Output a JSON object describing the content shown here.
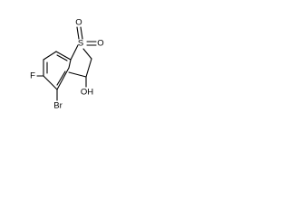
{
  "molecule": {
    "atoms": {
      "sulfur": "S",
      "oxygen_top": "O",
      "oxygen_right": "O",
      "fluorine": "F",
      "bromine": "Br",
      "hydroxyl": "OH"
    },
    "colors": {
      "bond": "#000000",
      "label": "#000000",
      "background": "#ffffff"
    }
  }
}
